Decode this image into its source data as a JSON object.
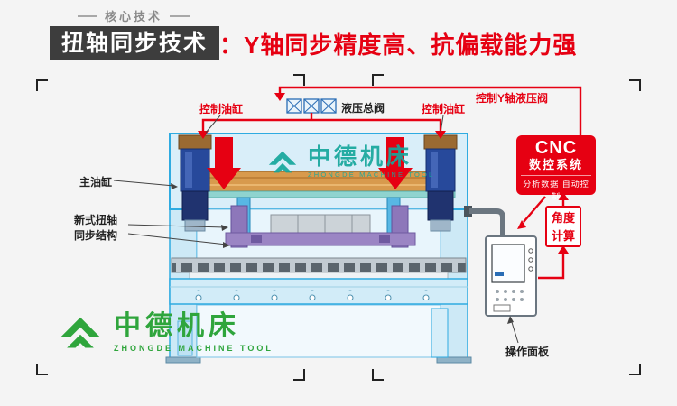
{
  "header": {
    "kicker": "核心技术",
    "title_box": "扭轴同步技术",
    "title_rest": "：Y轴同步精度高、抗偏载能力强"
  },
  "colors": {
    "accent_red": "#e60012",
    "title_box_bg": "#3d3d3d",
    "machine_blue": "#2fabe1",
    "brand_teal": "#16a79c",
    "brand_green": "#2fa53c"
  },
  "diagram": {
    "labels": {
      "ctrl_cyl_left": "控制油缸",
      "ctrl_cyl_right": "控制油缸",
      "hyd_valve": "液压总阀",
      "y_valve": "控制Y轴液压阀",
      "main_cyl": "主油缸",
      "torsion_line1": "新式扭轴",
      "torsion_line2": "同步结构",
      "panel": "操作面板",
      "angle_line1": "角度",
      "angle_line2": "计算"
    },
    "cnc": {
      "line1": "CNC",
      "line2": "数控系统",
      "line3": "分析数据 自动控制"
    },
    "watermark": {
      "name": "中德机床",
      "sub": "ZHONGDE MACHINE TOOL"
    }
  },
  "footer_logo": {
    "name": "中德机床",
    "sub": "ZHONGDE MACHINE TOOL"
  }
}
